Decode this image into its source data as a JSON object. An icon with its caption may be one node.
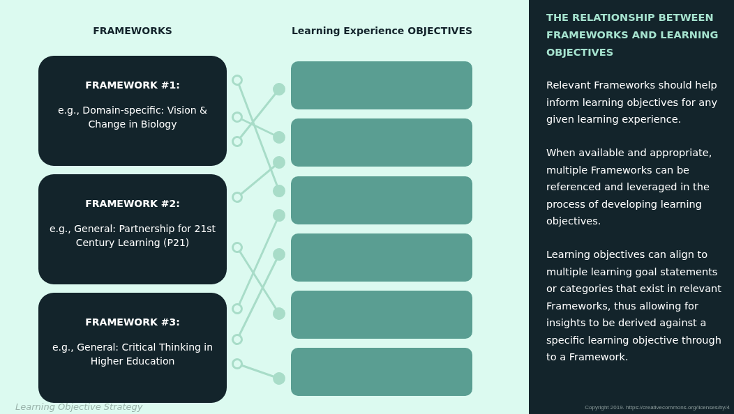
{
  "diagram": {
    "title": "THE RELATIONSHIP BETWEEN FRAMEWORKS AND LEARNING OBJECTIVES",
    "nodes": [
      {
        "text": [
          "FRAMEWORK #1:",
          "e.g., Domain-specific: Vision & Change in Biology"
        ]
      },
      {
        "text": [
          "FRAMEWORK #2:",
          "e.g., General: Partnership for 21st Century Learning (P21)"
        ]
      },
      {
        "text": [
          "FRAMEWORK #3:",
          "e.g., General: Critical Thinking in Higher Education"
        ]
      },
      {
        "text": [],
        "shape": "box"
      },
      {
        "text": [],
        "shape": "box"
      },
      {
        "text": [],
        "shape": "box"
      },
      {
        "text": [],
        "shape": "box"
      },
      {
        "text": [],
        "shape": "box"
      },
      {
        "text": [],
        "shape": "box"
      }
    ],
    "edges": [
      {
        "from": 0,
        "to": 5,
        "arrow": "other"
      },
      {
        "from": 0,
        "to": 4,
        "arrow": "other"
      },
      {
        "from": 0,
        "to": 3,
        "arrow": "other"
      },
      {
        "from": 1,
        "to": 4,
        "arrow": "other"
      },
      {
        "from": 1,
        "to": 7,
        "arrow": "other"
      },
      {
        "from": 2,
        "to": 5,
        "arrow": "other"
      },
      {
        "from": 2,
        "to": 6,
        "arrow": "other"
      },
      {
        "from": 2,
        "to": 8,
        "arrow": "other"
      }
    ],
    "labels": [
      "FRAMEWORKS",
      "Learning Experience OBJECTIVES",
      "Relevant Frameworks should help inform learning objectives for any given learning experience.",
      "When available and appropriate, multiple Frameworks can be referenced and leveraged in the process of developing learning objectives.",
      "Learning objectives can align to multiple learning goal statements or categories that exist in relevant Frameworks, thus allowing for insights to be derived against a specific learning objective through to a Framework.",
      "Learning Objective Strategy",
      "Copyright 2019. https://creativecommons.org/licenses/by/4"
    ]
  }
}
